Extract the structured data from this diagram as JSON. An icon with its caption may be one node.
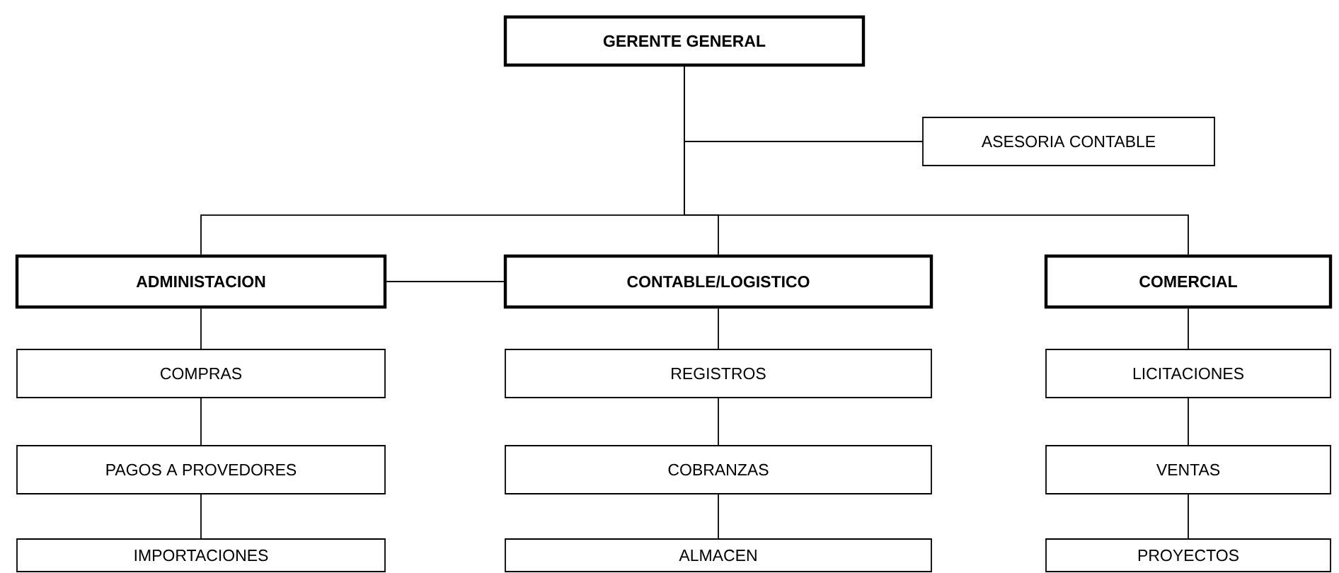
{
  "diagram": {
    "nodes": [
      {
        "text": [
          "GERENTE GENERAL"
        ]
      },
      {
        "text": [
          "ASESORIA CONTABLE"
        ]
      },
      {
        "text": [
          "ADMINISTACION"
        ]
      },
      {
        "text": [
          "CONTABLE/LOGISTICO"
        ]
      },
      {
        "text": [
          "COMERCIAL"
        ]
      },
      {
        "text": [
          "COMPRAS"
        ]
      },
      {
        "text": [
          "REGISTROS"
        ]
      },
      {
        "text": [
          "LICITACIONES"
        ]
      },
      {
        "text": [
          "PAGOS  A PROVEDORES"
        ]
      },
      {
        "text": [
          "COBRANZAS"
        ]
      },
      {
        "text": [
          "VENTAS"
        ]
      },
      {
        "text": [
          "IMPORTACIONES"
        ]
      },
      {
        "text": [
          "ALMACEN"
        ]
      },
      {
        "text": [
          "PROYECTOS"
        ]
      }
    ],
    "edges": [
      {
        "from": 0,
        "to": 1,
        "arrow": "none"
      },
      {
        "from": 0,
        "to": 2,
        "arrow": "none"
      },
      {
        "from": 0,
        "to": 3,
        "arrow": "none"
      },
      {
        "from": 0,
        "to": 4,
        "arrow": "none"
      },
      {
        "from": 2,
        "to": 3,
        "arrow": "none"
      },
      {
        "from": 2,
        "to": 5,
        "arrow": "none"
      },
      {
        "from": 5,
        "to": 8,
        "arrow": "none"
      },
      {
        "from": 8,
        "to": 11,
        "arrow": "none"
      },
      {
        "from": 3,
        "to": 6,
        "arrow": "none"
      },
      {
        "from": 6,
        "to": 9,
        "arrow": "none"
      },
      {
        "from": 9,
        "to": 12,
        "arrow": "none"
      },
      {
        "from": 4,
        "to": 7,
        "arrow": "none"
      },
      {
        "from": 7,
        "to": 10,
        "arrow": "none"
      },
      {
        "from": 10,
        "to": 13,
        "arrow": "none"
      }
    ]
  }
}
